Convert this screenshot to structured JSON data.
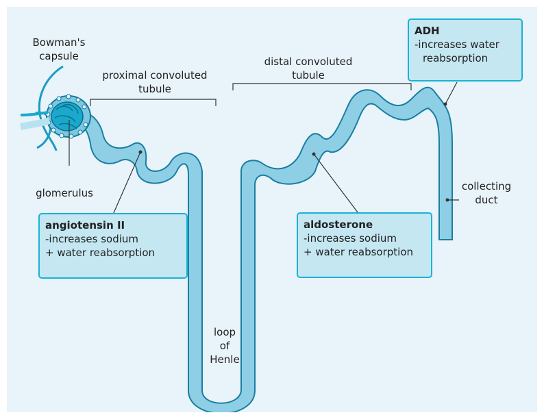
{
  "labels": {
    "bowmans_capsule": [
      "Bowman's",
      "capsule"
    ],
    "proximal_tubule": [
      "proximal convoluted",
      "tubule"
    ],
    "distal_tubule": [
      "distal convoluted",
      "tubule"
    ],
    "glomerulus": "glomerulus",
    "loop_of_henle": [
      "loop",
      "of",
      "Henle"
    ],
    "collecting_duct": [
      "collecting",
      "duct"
    ]
  },
  "hormones": {
    "angiotensin": {
      "title": "angiotensin II",
      "lines": [
        "-increases sodium",
        "+ water reabsorption"
      ]
    },
    "aldosterone": {
      "title": "aldosterone",
      "lines": [
        "-increases sodium",
        "+ water reabsorption"
      ]
    },
    "adh": {
      "title": "ADH",
      "lines": [
        "-increases water",
        "reabsorption"
      ]
    }
  },
  "colors": {
    "background": "#e8f3fa",
    "tubule_fill": "#8ecfe6",
    "tubule_outline": "#1a7ea0",
    "box_fill": "#c4e7f2",
    "box_border": "#1ab2d4",
    "glomerulus": "#1aa9cc"
  }
}
